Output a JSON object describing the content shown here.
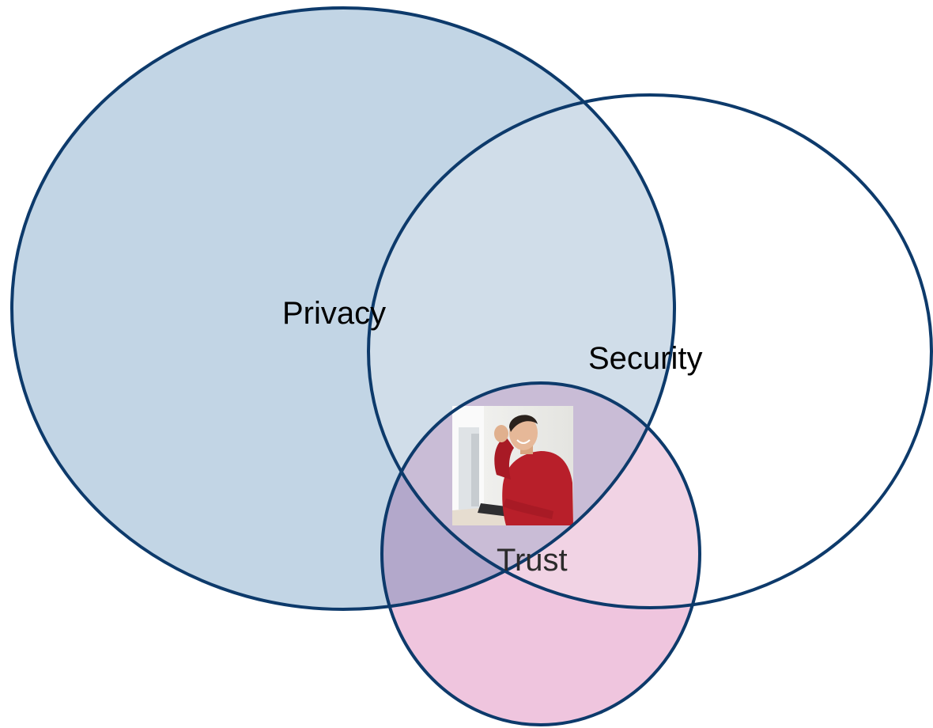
{
  "diagram": {
    "type": "venn",
    "sets": [
      {
        "id": "privacy",
        "label": "Privacy",
        "fill": "#c2d5e5",
        "stroke": "#0d3a6b"
      },
      {
        "id": "security",
        "label": "Security",
        "fill": "#ffffff",
        "stroke": "#0d3a6b"
      },
      {
        "id": "trust",
        "label": "Trust",
        "fill": "#e8a9cd",
        "stroke": "#0d3a6b"
      }
    ],
    "label_color": "#000000",
    "trust_label_color": "#2b2b2b",
    "photo_icon": "person-at-computer-photo"
  }
}
